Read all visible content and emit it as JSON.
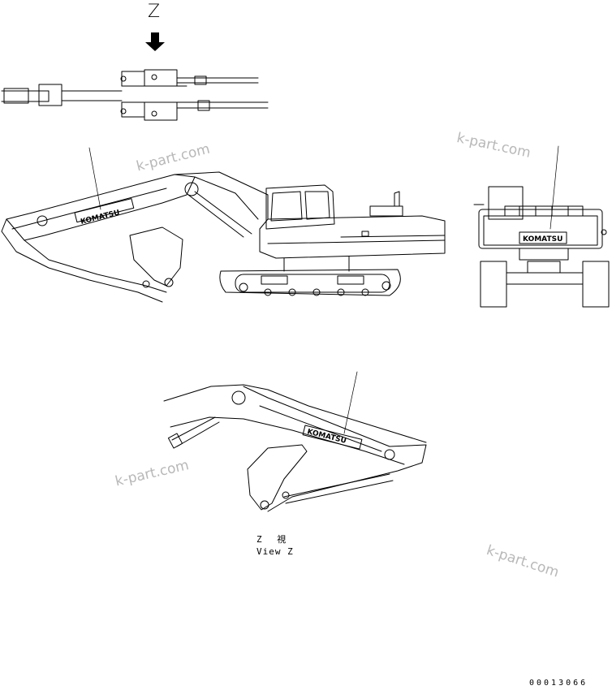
{
  "view_letter": "Z",
  "caption_jp": "Z 視",
  "caption_en": "View Z",
  "brand_decal": "KOMATSU",
  "watermarks": [
    "k-part.com",
    "k-part.com",
    "k-part.com",
    "k-part.com"
  ],
  "drawing_number": "00013066",
  "colors": {
    "line": "#000000",
    "watermark": "#b8b8b8",
    "background": "#ffffff"
  }
}
